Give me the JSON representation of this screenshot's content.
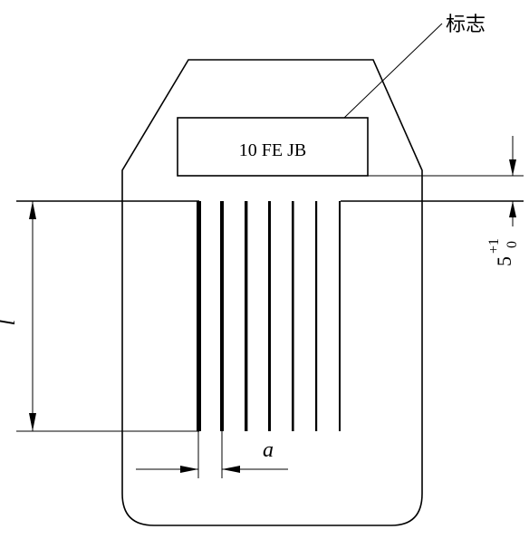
{
  "marking_label": "标志",
  "plate_text": "10 FE JB",
  "dim_line_length": "l",
  "dim_pitch": "a",
  "dim_gap": {
    "base": "5",
    "upper": "+1",
    "lower": "0"
  }
}
